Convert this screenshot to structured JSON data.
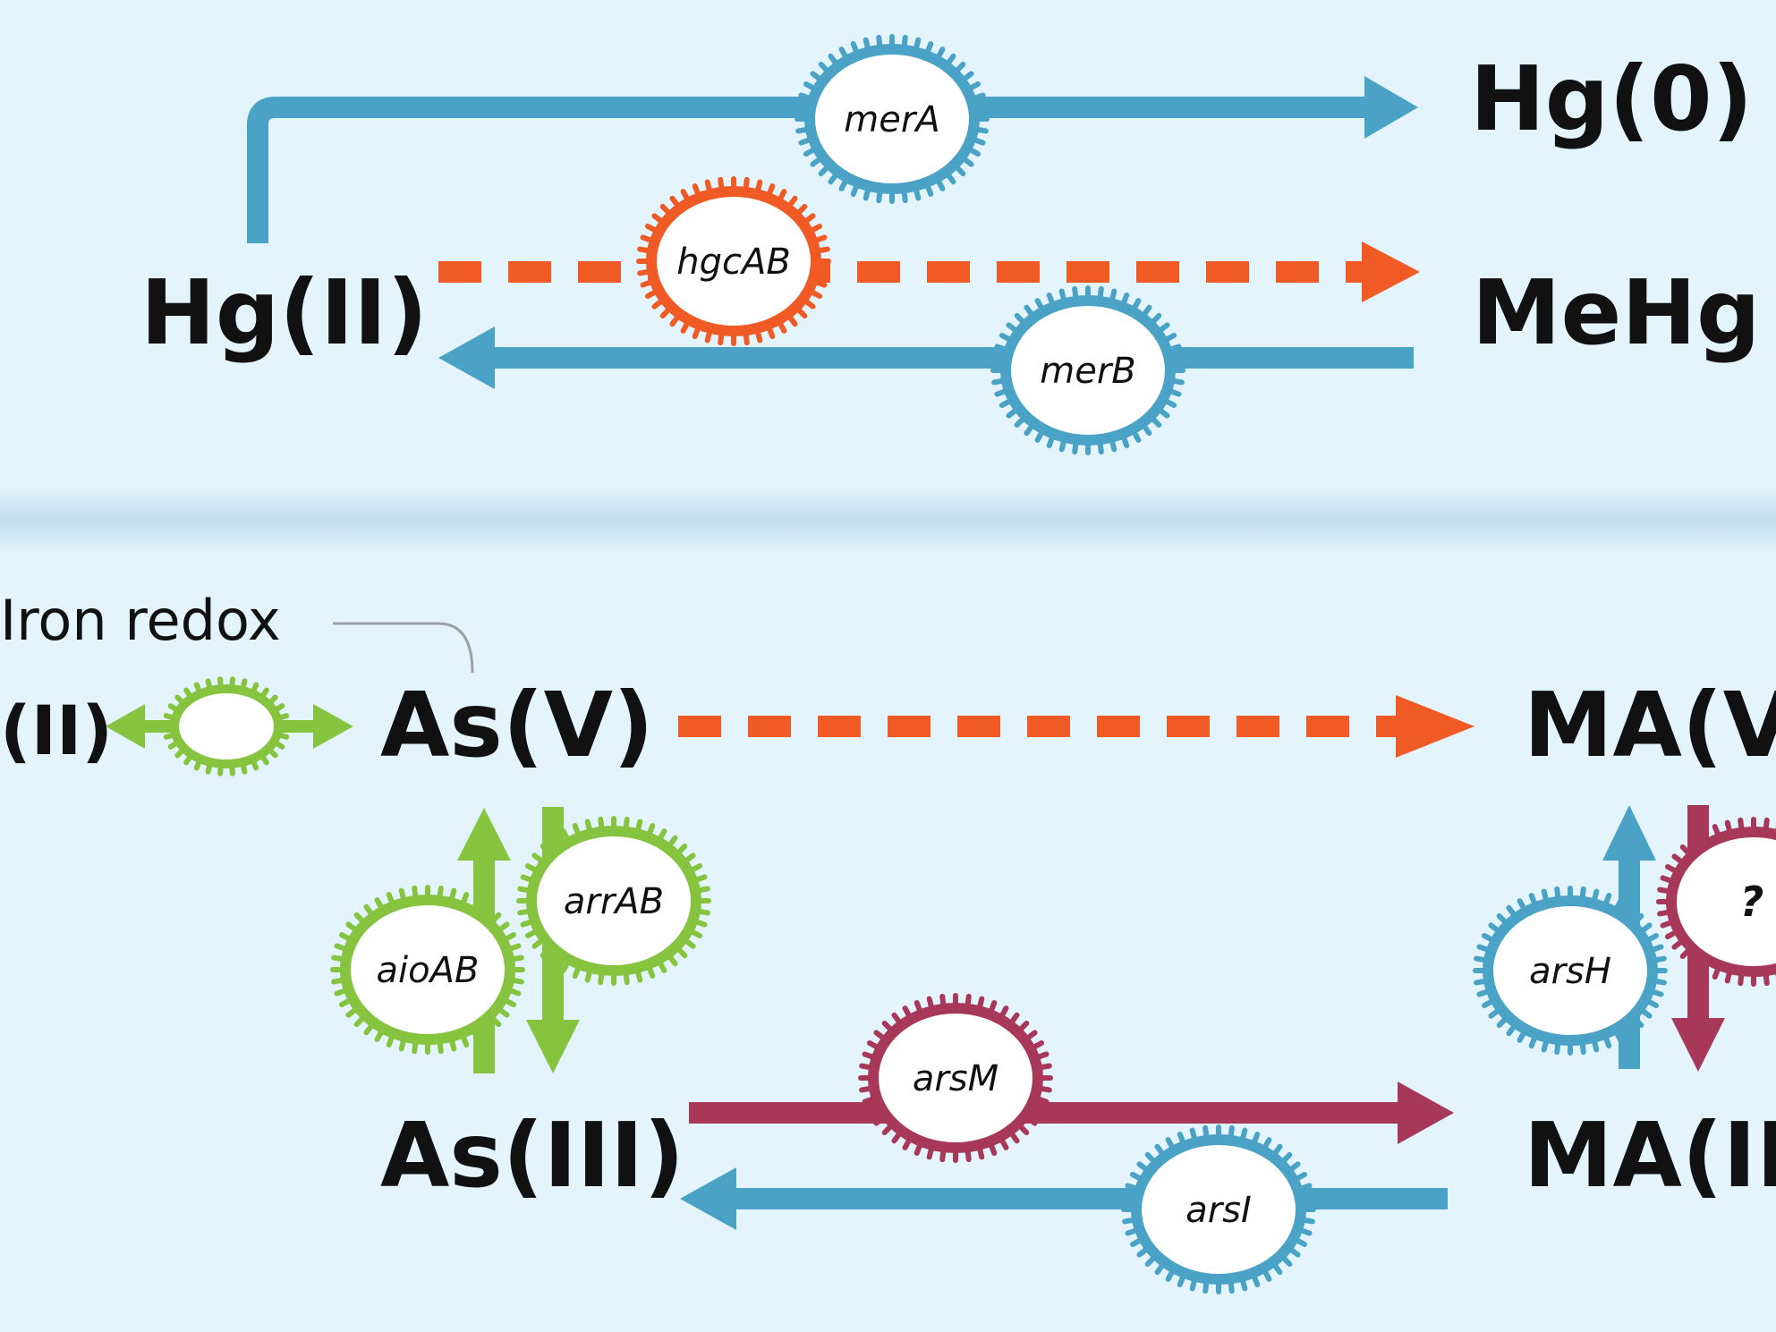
{
  "colors": {
    "background": "#e4f4fc",
    "divider": "#c6e0ee",
    "blue": "#4aa3c6",
    "orange": "#f05a24",
    "green": "#86c440",
    "crimson": "#a8385a",
    "text": "#111111",
    "connector": "#9aa0a6"
  },
  "mercury": {
    "hg2": "Hg(II)",
    "hg0": "Hg(0)",
    "mehg": "MeHg",
    "genes": {
      "merA": "merA",
      "hgcAB": "hgcAB",
      "merB": "merB"
    }
  },
  "arsenic": {
    "iron_redox": "Iron redox",
    "fe2": "(II)",
    "as5": "As(V)",
    "as3": "As(III)",
    "ma5": "MA(V",
    "ma3": "MA(II",
    "genes": {
      "aioAB": "aioAB",
      "arrAB": "arrAB",
      "arsM": "arsM",
      "arsI": "arsI",
      "arsH": "arsH",
      "unknown": "?"
    }
  }
}
